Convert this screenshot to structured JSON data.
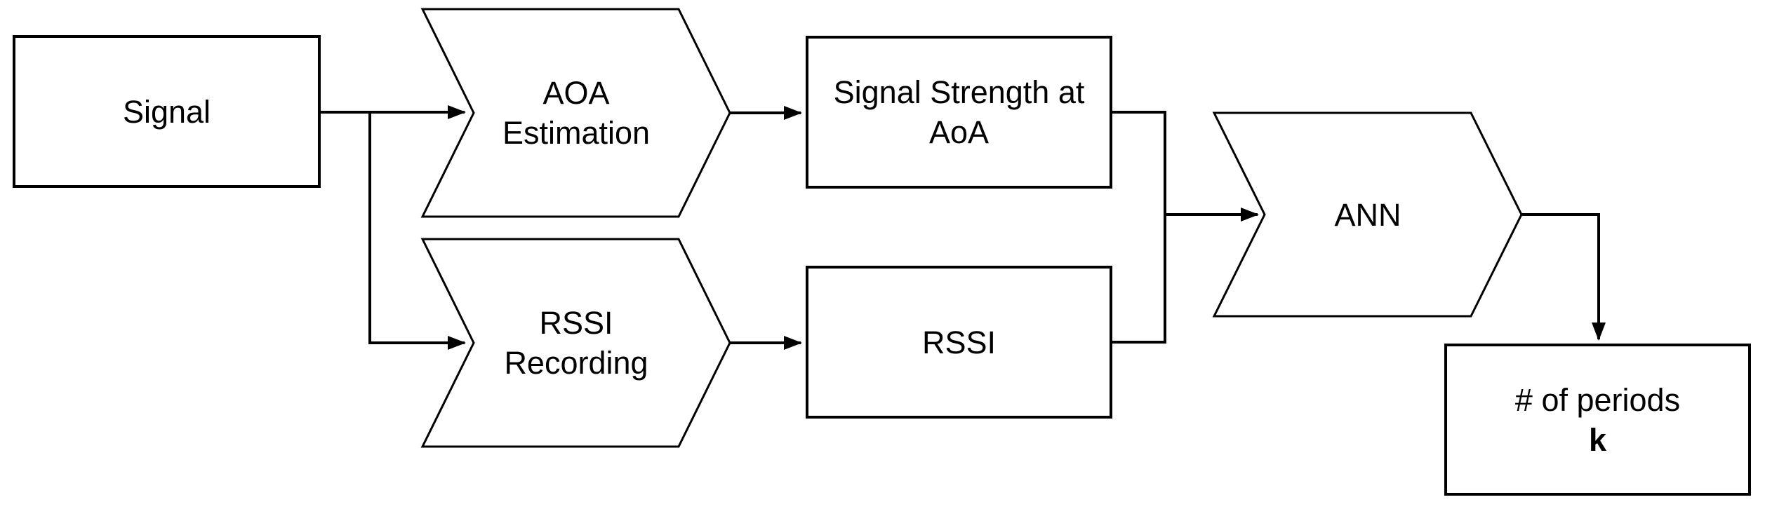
{
  "canvas": {
    "background_color": "#ffffff",
    "line_color": "#000000",
    "text_color": "#000000"
  },
  "nodes": {
    "signal": {
      "shape": "rectangle",
      "label": "Signal"
    },
    "aoa_estimation": {
      "shape": "chevron",
      "line1": "AOA",
      "line2": "Estimation"
    },
    "signal_strength_at_aoa": {
      "shape": "rectangle",
      "line1": "Signal Strength at",
      "line2": "AoA"
    },
    "rssi_recording": {
      "shape": "chevron",
      "line1": "RSSI",
      "line2": "Recording"
    },
    "rssi": {
      "shape": "rectangle",
      "label": "RSSI"
    },
    "ann": {
      "shape": "chevron",
      "label": "ANN"
    },
    "num_periods": {
      "shape": "rectangle",
      "line1": "# of periods",
      "line2": "k"
    }
  },
  "edges": [
    {
      "from": "signal",
      "to": "aoa_estimation"
    },
    {
      "from": "signal",
      "to": "rssi_recording"
    },
    {
      "from": "aoa_estimation",
      "to": "signal_strength_at_aoa"
    },
    {
      "from": "rssi_recording",
      "to": "rssi"
    },
    {
      "from": "signal_strength_at_aoa",
      "to": "ann"
    },
    {
      "from": "rssi",
      "to": "ann"
    },
    {
      "from": "ann",
      "to": "num_periods"
    }
  ]
}
